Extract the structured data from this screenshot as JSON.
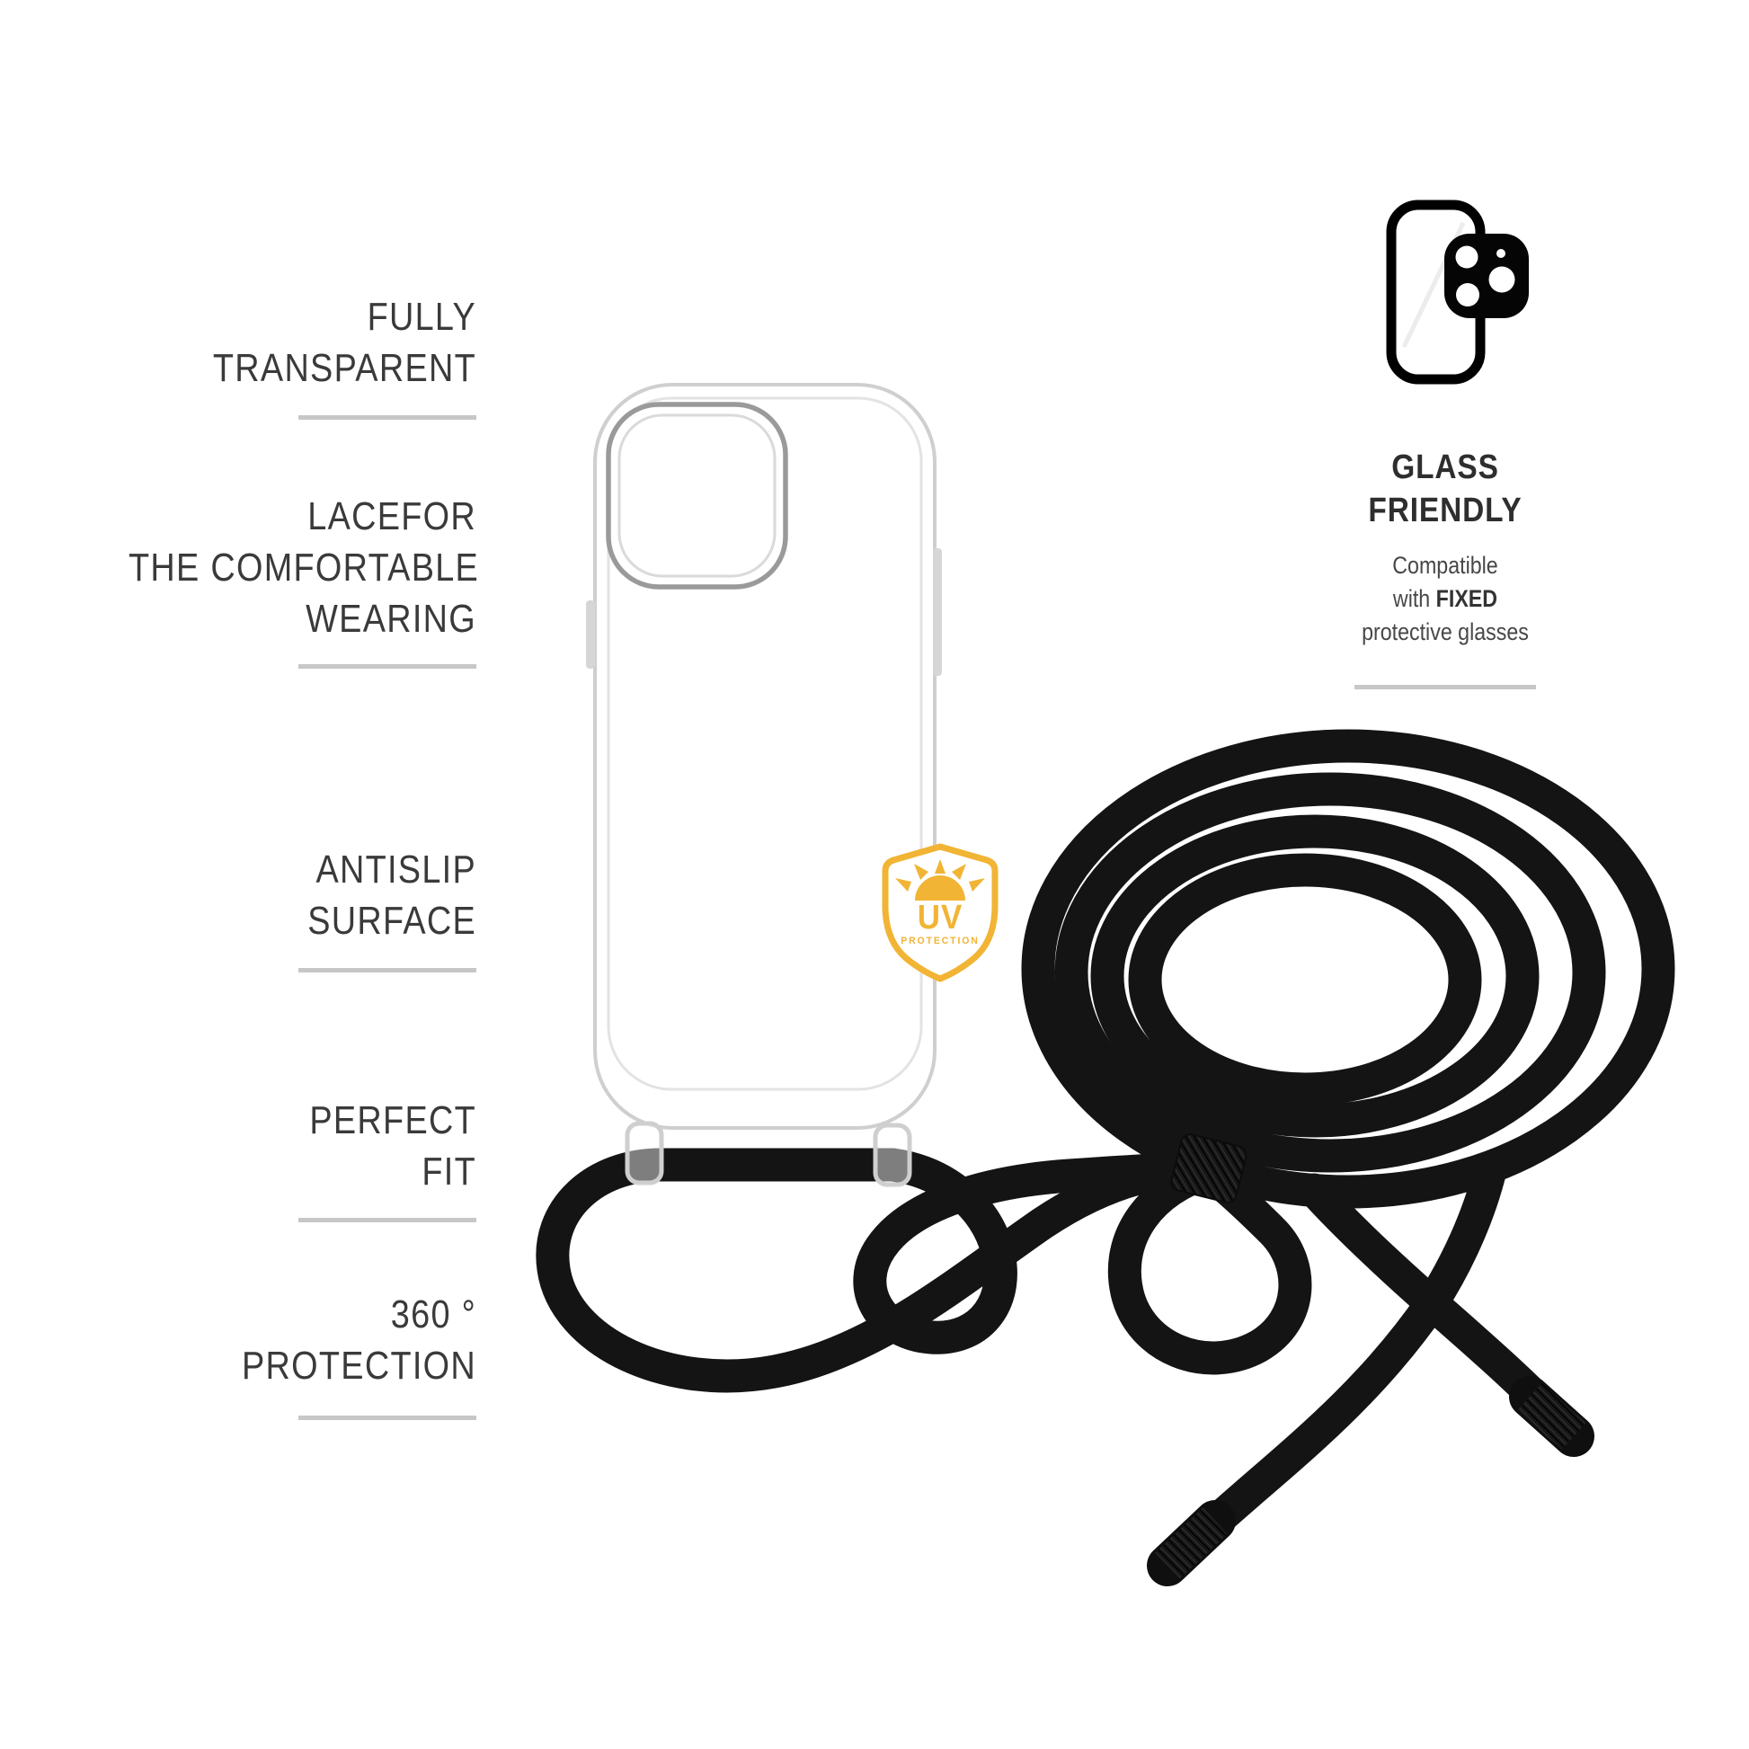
{
  "colors": {
    "background": "#ffffff",
    "text_dark": "#3a3a3a",
    "heading_dark": "#2e2e2e",
    "divider_gray": "#c7c7c7",
    "cord_black": "#141414",
    "uv_yellow": "#f1b434",
    "case_line": "#cfcfcf",
    "case_line_light": "#e3e3e3",
    "camera_line": "#9a9a9a"
  },
  "left_panel": {
    "features": [
      {
        "lines": [
          "FULLY",
          "TRANSPARENT"
        ]
      },
      {
        "lines": [
          "LACEFOR",
          "THE COMFORTABLE",
          "WEARING"
        ]
      },
      {
        "lines": [
          "ANTISLIP",
          "SURFACE"
        ]
      },
      {
        "lines": [
          "PERFECT",
          "FIT"
        ]
      },
      {
        "lines": [
          "360 °",
          "PROTECTION"
        ]
      }
    ]
  },
  "right_panel": {
    "heading_line1": "GLASS",
    "heading_line2": "FRIENDLY",
    "subtitle_line1": "Compatible",
    "subtitle_line2_regular": "with ",
    "subtitle_line2_bold": "FIXED",
    "subtitle_line3": "protective glasses",
    "icon": "glass-protector-with-camera-lens-cover-icon"
  },
  "uv_badge": {
    "label": "UV",
    "sublabel": "PROTECTION",
    "icon": "uv-protection-shield-sun-icon"
  }
}
